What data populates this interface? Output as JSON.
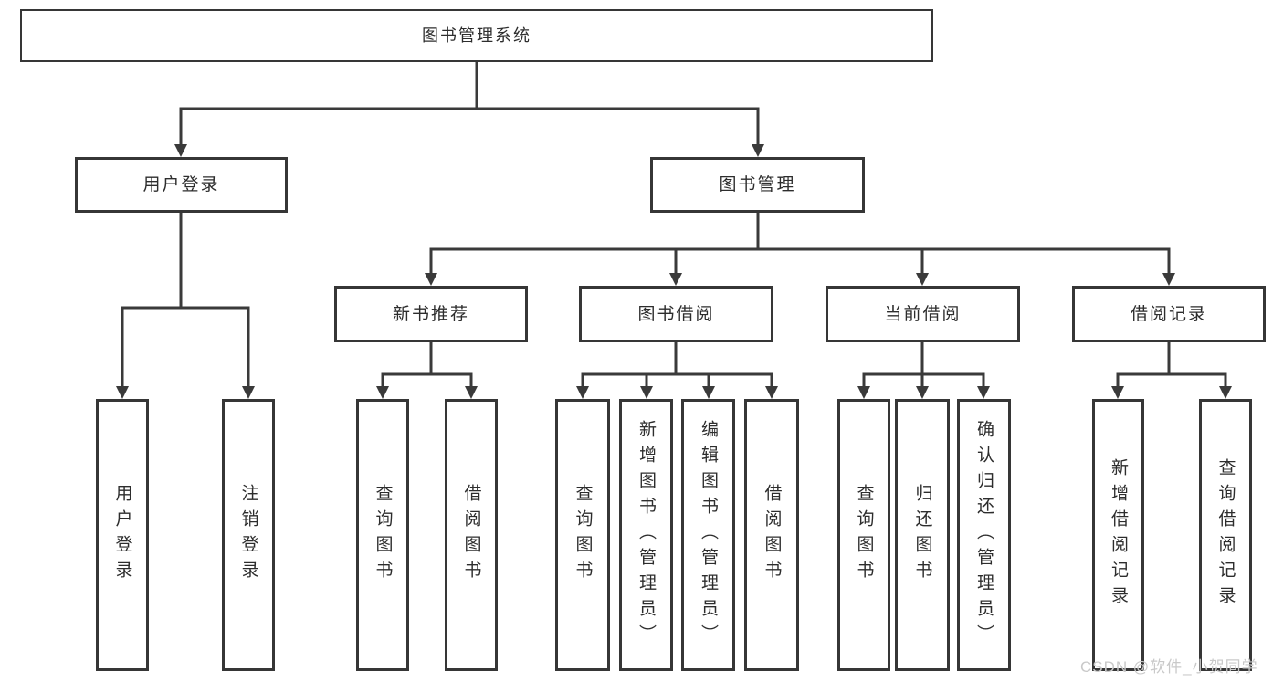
{
  "title": "图书管理系统",
  "colors": {
    "line": "#3a3a3a",
    "box_border": "#363636",
    "text": "#2d2d2d",
    "watermark": "#c9c9c9",
    "background": "#ffffff"
  },
  "tree": {
    "root": {
      "label": "图书管理系统"
    },
    "children": [
      {
        "label": "用户登录",
        "children": [
          {
            "label": "用户登录"
          },
          {
            "label": "注销登录"
          }
        ]
      },
      {
        "label": "图书管理",
        "children": [
          {
            "label": "新书推荐",
            "children": [
              {
                "label": "查询图书"
              },
              {
                "label": "借阅图书"
              }
            ]
          },
          {
            "label": "图书借阅",
            "children": [
              {
                "label": "查询图书"
              },
              {
                "label": "新增图书（管理员）"
              },
              {
                "label": "编辑图书（管理员）"
              },
              {
                "label": "借阅图书"
              }
            ]
          },
          {
            "label": "当前借阅",
            "children": [
              {
                "label": "查询图书"
              },
              {
                "label": "归还图书"
              },
              {
                "label": "确认归还（管理员）"
              }
            ]
          },
          {
            "label": "借阅记录",
            "children": [
              {
                "label": "新增借阅记录"
              },
              {
                "label": "查询借阅记录"
              }
            ]
          }
        ]
      }
    ]
  },
  "watermark": {
    "text": "CSDN @软件_小贺同学"
  }
}
